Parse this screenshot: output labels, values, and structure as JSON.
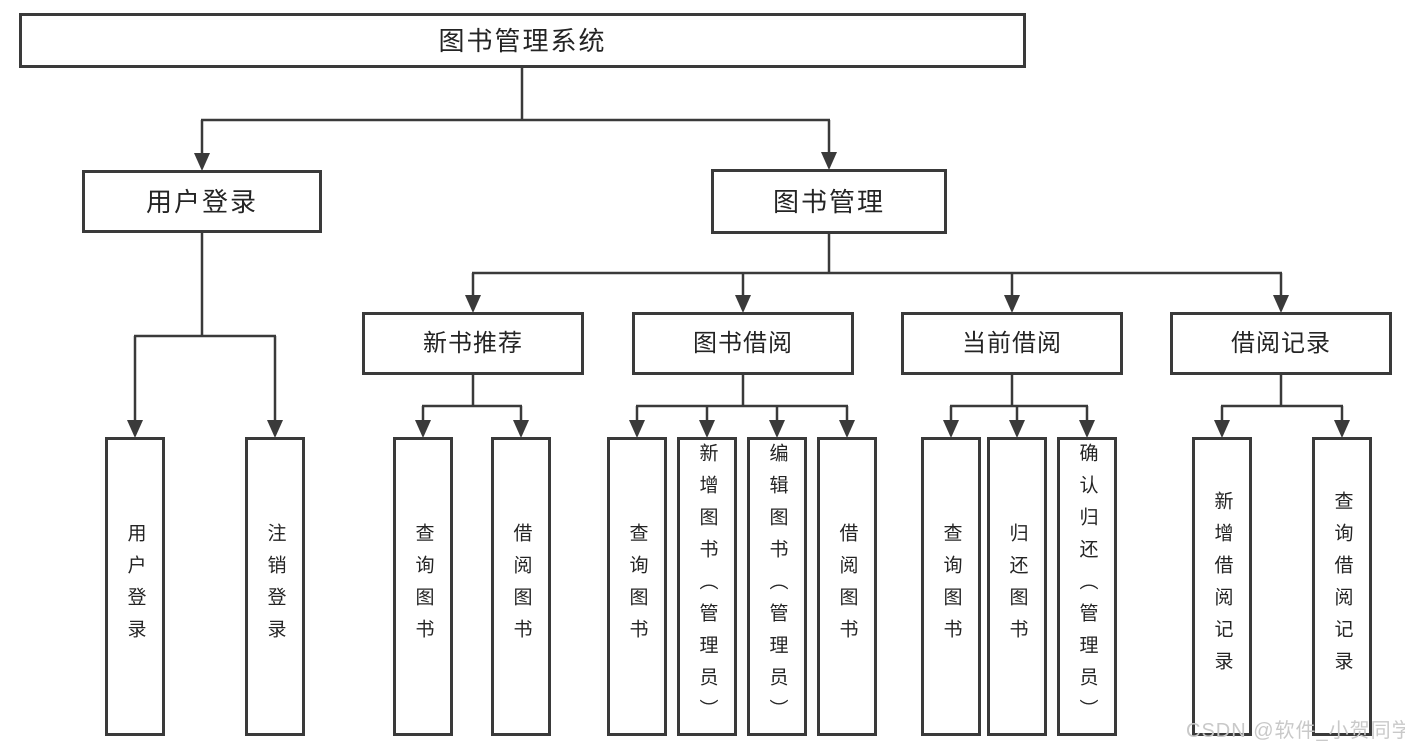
{
  "tree": {
    "root": {
      "label": "图书管理系统",
      "children": [
        {
          "label": "用户登录",
          "children": [
            {
              "label": "用户登录"
            },
            {
              "label": "注销登录"
            }
          ]
        },
        {
          "label": "图书管理",
          "children": [
            {
              "label": "新书推荐",
              "children": [
                {
                  "label": "查询图书"
                },
                {
                  "label": "借阅图书"
                }
              ]
            },
            {
              "label": "图书借阅",
              "children": [
                {
                  "label": "查询图书"
                },
                {
                  "label": "新增图书（管理员）"
                },
                {
                  "label": "编辑图书（管理员）"
                },
                {
                  "label": "借阅图书"
                }
              ]
            },
            {
              "label": "当前借阅",
              "children": [
                {
                  "label": "查询图书"
                },
                {
                  "label": "归还图书"
                },
                {
                  "label": "确认归还（管理员）"
                }
              ]
            },
            {
              "label": "借阅记录",
              "children": [
                {
                  "label": "新增借阅记录"
                },
                {
                  "label": "查询借阅记录"
                }
              ]
            }
          ]
        }
      ]
    }
  },
  "watermark": {
    "text": "CSDN @软件_小贺同学"
  },
  "colors": {
    "line": "#3a3a3a",
    "text": "#242424",
    "box_background": "#ffffff",
    "background": "#ffffff",
    "watermark": "#c9c9c9"
  }
}
